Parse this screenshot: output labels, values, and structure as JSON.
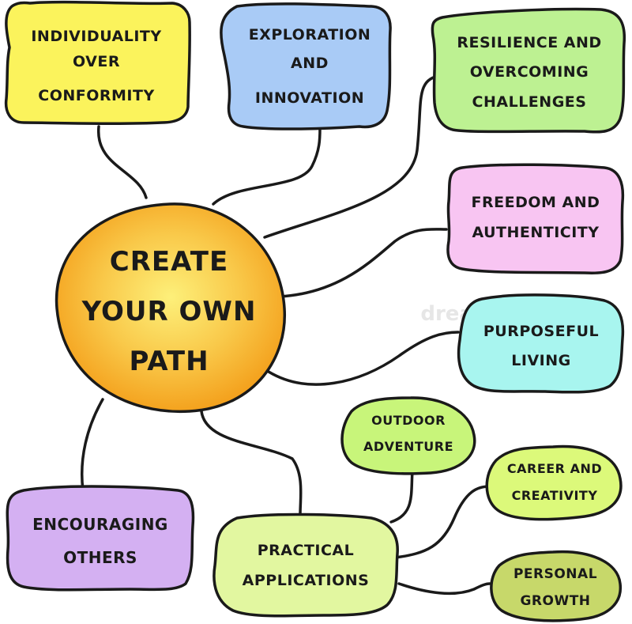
{
  "center": {
    "lines": [
      "CREATE",
      "YOUR OWN",
      "PATH"
    ]
  },
  "nodes": [
    {
      "id": "individuality",
      "lines": [
        "INDIVIDUALITY",
        "OVER",
        "CONFORMITY"
      ],
      "fill": "#fbf35c"
    },
    {
      "id": "exploration",
      "lines": [
        "EXPLORATION",
        "AND",
        "INNOVATION"
      ],
      "fill": "#a9cbf6"
    },
    {
      "id": "resilience",
      "lines": [
        "RESILIENCE AND",
        "OVERCOMING",
        "CHALLENGES"
      ],
      "fill": "#bdf192"
    },
    {
      "id": "freedom",
      "lines": [
        "FREEDOM AND",
        "AUTHENTICITY"
      ],
      "fill": "#f8c5f2"
    },
    {
      "id": "purposeful",
      "lines": [
        "PURPOSEFUL",
        "LIVING"
      ],
      "fill": "#a8f5ef"
    },
    {
      "id": "outdoor",
      "lines": [
        "OUTDOOR",
        "ADVENTURE"
      ],
      "fill": "#c8f57a"
    },
    {
      "id": "career",
      "lines": [
        "CAREER AND",
        "CREATIVITY"
      ],
      "fill": "#dcf97a"
    },
    {
      "id": "encouraging",
      "lines": [
        "ENCOURAGING",
        "OTHERS"
      ],
      "fill": "#d4b0f2"
    },
    {
      "id": "practical",
      "lines": [
        "PRACTICAL",
        "APPLICATIONS"
      ],
      "fill": "#e2f7a0"
    },
    {
      "id": "personal",
      "lines": [
        "PERSONAL",
        "GROWTH"
      ],
      "fill": "#c7d86a"
    }
  ],
  "colors": {
    "center_fill_inner": "#fdf07a",
    "center_fill_outer": "#f4a21e",
    "stroke": "#1a1a1a",
    "watermark": "#e6e6e6"
  },
  "watermark": {
    "text": "dreamstime"
  }
}
